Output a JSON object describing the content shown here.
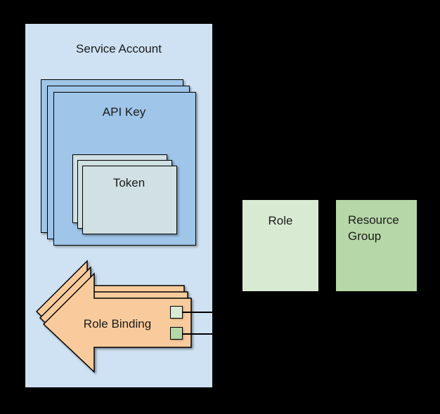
{
  "diagram": {
    "background_color": "#000000",
    "text_color": "#1a1a1a",
    "nodes": {
      "service_account": {
        "label": "Service Account",
        "fill": "#cfe2f3",
        "shape": "rectangle",
        "stack_count": 1
      },
      "api_key": {
        "label": "API Key",
        "fill": "#9fc5e8",
        "shape": "rectangle",
        "stack_count": 3,
        "parent": "service_account"
      },
      "token": {
        "label": "Token",
        "fill": "#d0e0e3",
        "shape": "rectangle",
        "stack_count": 3,
        "parent": "api_key"
      },
      "role_binding": {
        "label": "Role Binding",
        "fill": "#f9cb9c",
        "shape": "left-arrow",
        "stack_count": 3,
        "parent": "service_account"
      },
      "role": {
        "label": "Role",
        "fill": "#d9ead3",
        "shape": "rectangle",
        "stack_count": 1
      },
      "resource_group": {
        "label": "Resource Group",
        "fill": "#b6d7a8",
        "shape": "rectangle",
        "stack_count": 1
      }
    },
    "connectors": [
      {
        "from": "role_binding",
        "to": "role",
        "marker_fill": "#d9ead3",
        "line_color": "#000000"
      },
      {
        "from": "role_binding",
        "to": "resource_group",
        "marker_fill": "#b6d7a8",
        "line_color": "#000000"
      }
    ]
  }
}
